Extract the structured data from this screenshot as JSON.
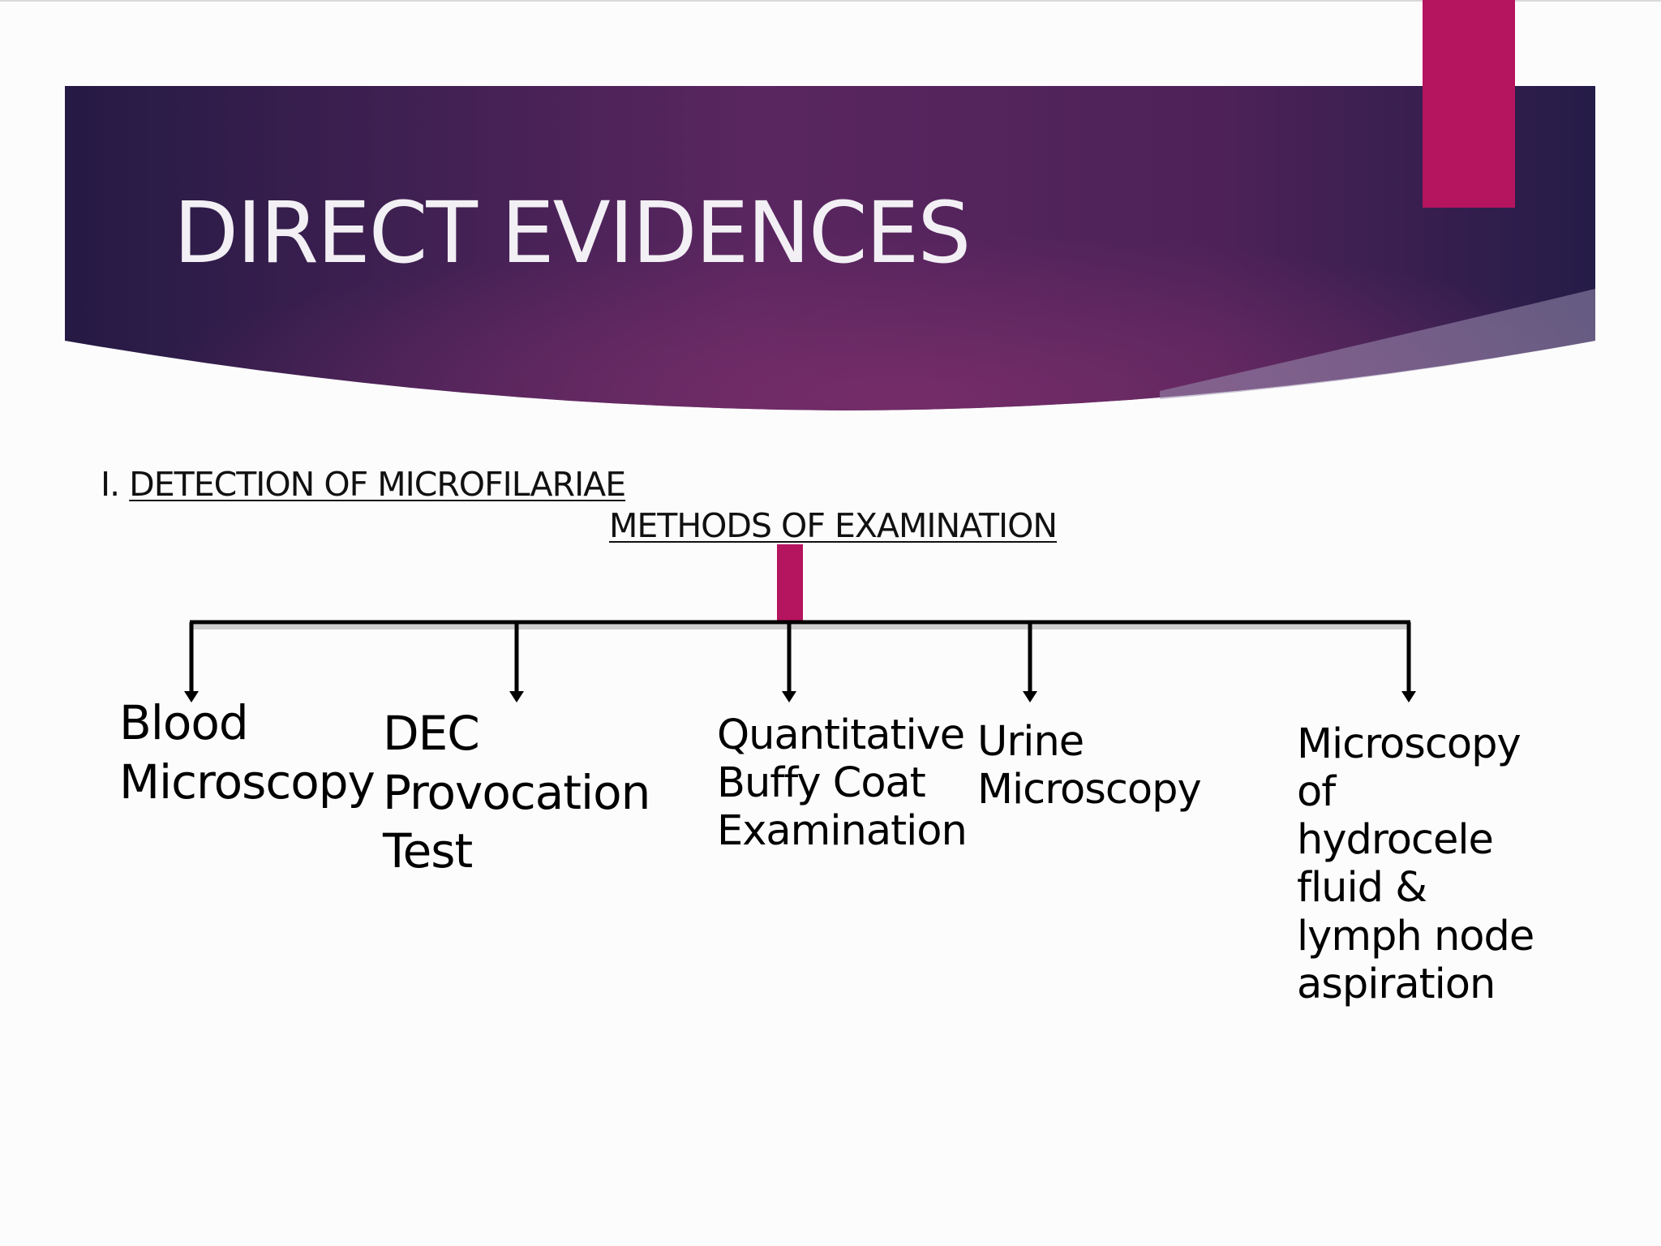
{
  "slide": {
    "title": "DIRECT EVIDENCES",
    "section_number": "I.",
    "section_heading": "DETECTION OF MICROFILARIAE",
    "diagram_heading": "METHODS OF EXAMINATION",
    "colors": {
      "banner_dark": "#2a1d4a",
      "banner_mid": "#6b2a63",
      "accent": "#b5145f",
      "connector": "#000000"
    }
  },
  "methods": [
    {
      "lines": [
        "Blood",
        "Microscopy"
      ]
    },
    {
      "lines": [
        "DEC",
        "Provocation",
        "Test"
      ]
    },
    {
      "lines": [
        "Quantitative",
        "Buffy Coat",
        "Examination"
      ]
    },
    {
      "lines": [
        "Urine",
        "Microscopy"
      ]
    },
    {
      "lines": [
        "Microscopy",
        "of",
        "hydrocele",
        "fluid &",
        "lymph node",
        "aspiration"
      ]
    }
  ]
}
